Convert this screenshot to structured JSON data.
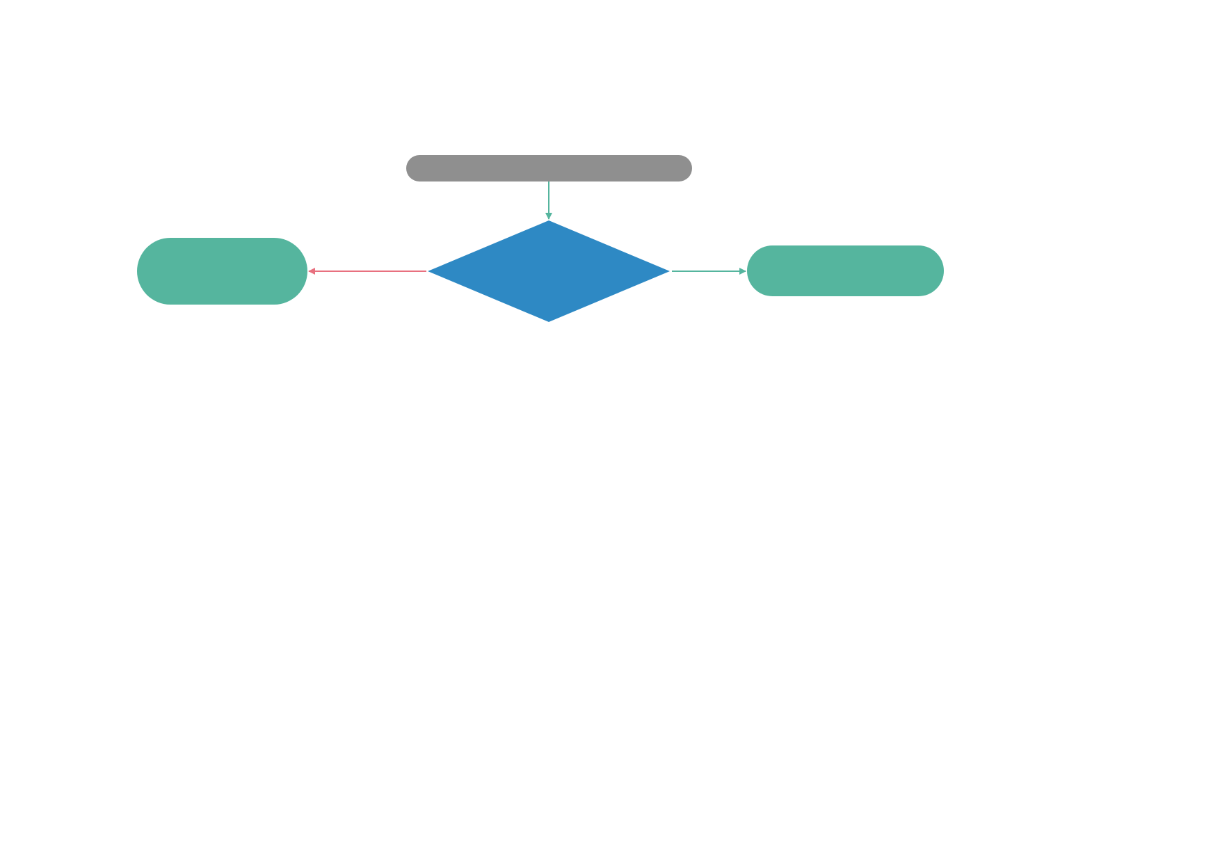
{
  "diagram": {
    "nodes": [
      {
        "id": "start",
        "shape": "terminator",
        "label": "",
        "color": "#8f8f8f"
      },
      {
        "id": "decision",
        "shape": "diamond",
        "label": "",
        "color": "#2e89c4"
      },
      {
        "id": "left-end",
        "shape": "terminator",
        "label": "",
        "color": "#55b59e"
      },
      {
        "id": "right-end",
        "shape": "terminator",
        "label": "",
        "color": "#55b59e"
      }
    ],
    "edges": [
      {
        "from": "start",
        "to": "decision",
        "color": "#55b59e",
        "label": ""
      },
      {
        "from": "decision",
        "to": "left-end",
        "color": "#e8707f",
        "label": ""
      },
      {
        "from": "decision",
        "to": "right-end",
        "color": "#55b59e",
        "label": ""
      }
    ]
  }
}
